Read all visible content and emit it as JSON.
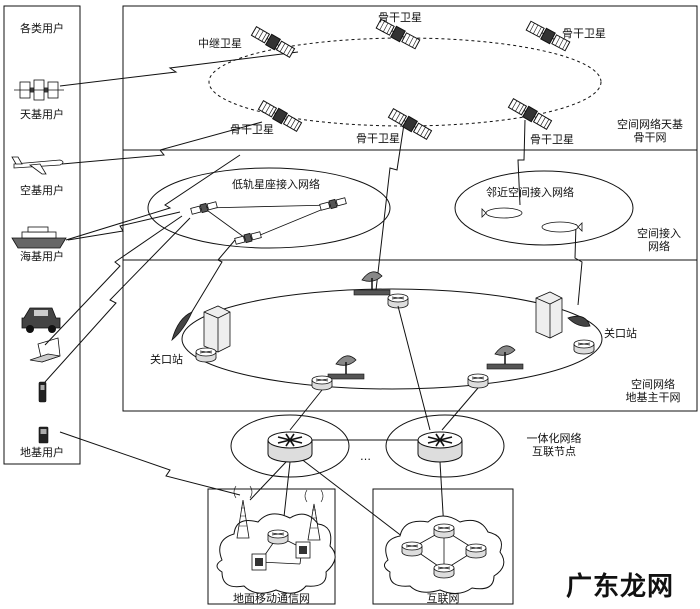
{
  "users": {
    "header": "各类用户",
    "space": "天基用户",
    "air": "空基用户",
    "sea": "海基用户",
    "ground": "地基用户"
  },
  "satellites": {
    "relay": "中继卫星",
    "backbone": "骨干卫星"
  },
  "layers": {
    "space_backbone": "空间网络天基\n骨干网",
    "space_access": "空间接入\n网络",
    "ground_backbone": "空间网络\n地基主干网"
  },
  "networks": {
    "leo_access": "低轨星座接入网络",
    "near_space_access": "邻近空间接入网络",
    "gateway": "关口站",
    "integrated_node": "一体化网络\n互联节点",
    "ellipsis": "…",
    "mobile": "地面移动通信网",
    "internet": "互联网"
  },
  "watermark": "广东龙网",
  "icons": [
    "satellite-icon",
    "space-station-icon",
    "airplane-icon",
    "ship-icon",
    "jeep-icon",
    "laptop-icon",
    "handset-icon",
    "mobile-phone-icon",
    "satellite-dish-icon",
    "server-icon",
    "router-icon",
    "airship-icon",
    "cell-tower-icon",
    "cloud-icon"
  ],
  "colors": {
    "line": "#111111",
    "fill": "#ffffff",
    "icon_gray": "#cfcfcf"
  }
}
